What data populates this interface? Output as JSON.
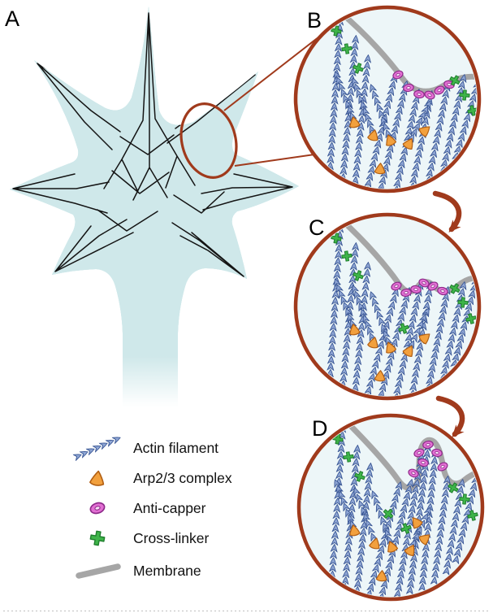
{
  "panels": {
    "a_label": "A",
    "b_label": "B",
    "c_label": "C",
    "d_label": "D"
  },
  "legend": {
    "items": [
      {
        "id": "actin-filament",
        "label": "Actin filament"
      },
      {
        "id": "arp23-complex",
        "label": "Arp2/3 complex"
      },
      {
        "id": "anti-capper",
        "label": "Anti-capper"
      },
      {
        "id": "cross-linker",
        "label": "Cross-linker"
      },
      {
        "id": "membrane",
        "label": "Membrane"
      }
    ]
  },
  "colors": {
    "actin-fill": "#8fa6d4",
    "actin-stroke": "#3a5795",
    "arp-fill": "#f2a03d",
    "arp-stroke": "#b25f13",
    "anticapper-fill": "#e26fd3",
    "anticapper-stroke": "#8e2b8a",
    "anticapper-hole": "#f9e4f7",
    "crosslinker-fill": "#3eb449",
    "crosslinker-stroke": "#1e7d2c",
    "membrane": "#a6a6a6",
    "inset-border": "#a03a1c",
    "cell-fill": "#cfe8ea",
    "cell-outline": "#2f2f2f",
    "cell-outline-glow": "#9c9c9c",
    "filament-line": "#141414",
    "label-color": "#000000",
    "background": "#ffffff"
  }
}
